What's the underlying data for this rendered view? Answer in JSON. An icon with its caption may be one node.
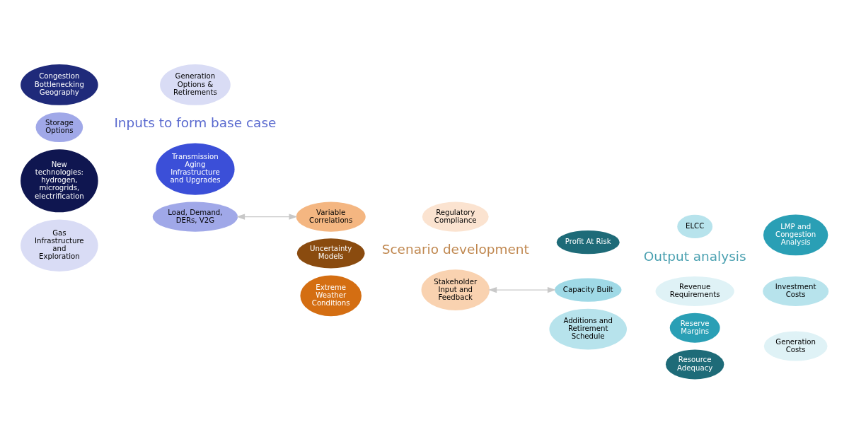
{
  "diagram": {
    "nodes": [
      {
        "text": [
          "Generation Options & Retirements"
        ]
      },
      {
        "text": [
          "Congestion Bottlenecking Geography"
        ]
      },
      {
        "text": [
          "Transmission Aging Infrastructure and Upgrades"
        ]
      },
      {
        "text": [
          "Storage Options"
        ]
      },
      {
        "text": [
          "New technologies: hydrogen, microgrids, electrification"
        ]
      },
      {
        "text": [
          "Load, Demand, DERs, V2G"
        ]
      },
      {
        "text": [
          "Gas Infrastructure and Exploration"
        ]
      },
      {
        "text": [
          "Regulatory Compliance"
        ]
      },
      {
        "text": [
          "Variable Correlations"
        ]
      },
      {
        "text": [
          "Stakeholder Input and Feedback"
        ]
      },
      {
        "text": [
          "Uncertainty Models"
        ]
      },
      {
        "text": [
          "Extreme Weather Conditions"
        ]
      },
      {
        "text": [
          "ELCC"
        ]
      },
      {
        "text": [
          "LMP and Congestion Analysis"
        ]
      },
      {
        "text": [
          "Profit At Risk"
        ]
      },
      {
        "text": [
          "Revenue Requirements"
        ]
      },
      {
        "text": [
          "Investment Costs"
        ]
      },
      {
        "text": [
          "Capacity Built"
        ]
      },
      {
        "text": [
          "Reserve Margins"
        ]
      },
      {
        "text": [
          "Additions and Retirement Schedule"
        ]
      },
      {
        "text": [
          "Generation Costs"
        ]
      },
      {
        "text": [
          "Resource Adequacy"
        ]
      }
    ],
    "edges": [
      {
        "from": 5,
        "to": 8,
        "arrow": "both"
      },
      {
        "from": 9,
        "to": 17,
        "arrow": "both"
      }
    ],
    "labels": [
      "Inputs to form base case",
      "Scenario development",
      "Output analysis"
    ]
  }
}
